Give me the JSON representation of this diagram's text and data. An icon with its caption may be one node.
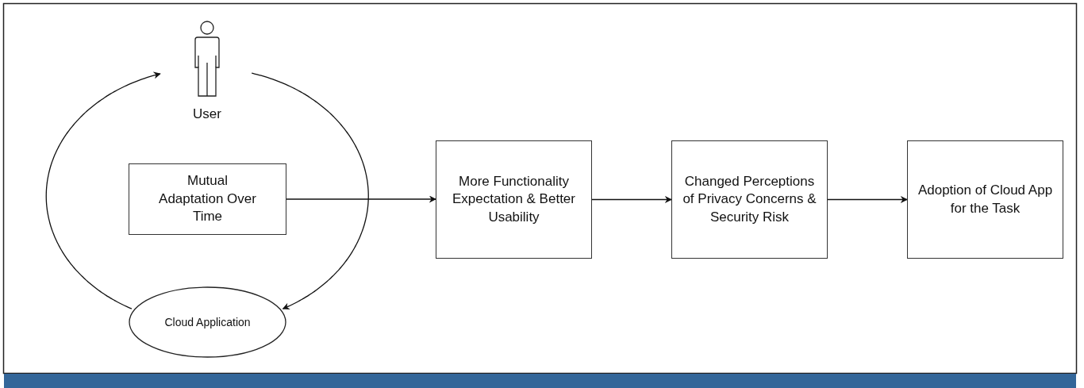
{
  "diagram": {
    "nodes": [
      {
        "text": [
          "User"
        ]
      },
      {
        "text": [
          "Mutual Adaptation Over Time"
        ]
      },
      {
        "text": [
          "Cloud Application"
        ]
      },
      {
        "text": [
          "More Functionality Expectation & Better Usability"
        ]
      },
      {
        "text": [
          "Changed Perceptions of Privacy Concerns & Security Risk"
        ]
      },
      {
        "text": [
          "Adoption of Cloud App for the Task"
        ]
      }
    ],
    "edges": [
      {
        "from": 0,
        "to": 2,
        "arrow": "to"
      },
      {
        "from": 2,
        "to": 0,
        "arrow": "to"
      },
      {
        "from": 1,
        "to": 3,
        "arrow": "to"
      },
      {
        "from": 3,
        "to": 4,
        "arrow": "to"
      },
      {
        "from": 4,
        "to": 5,
        "arrow": "to"
      }
    ]
  }
}
